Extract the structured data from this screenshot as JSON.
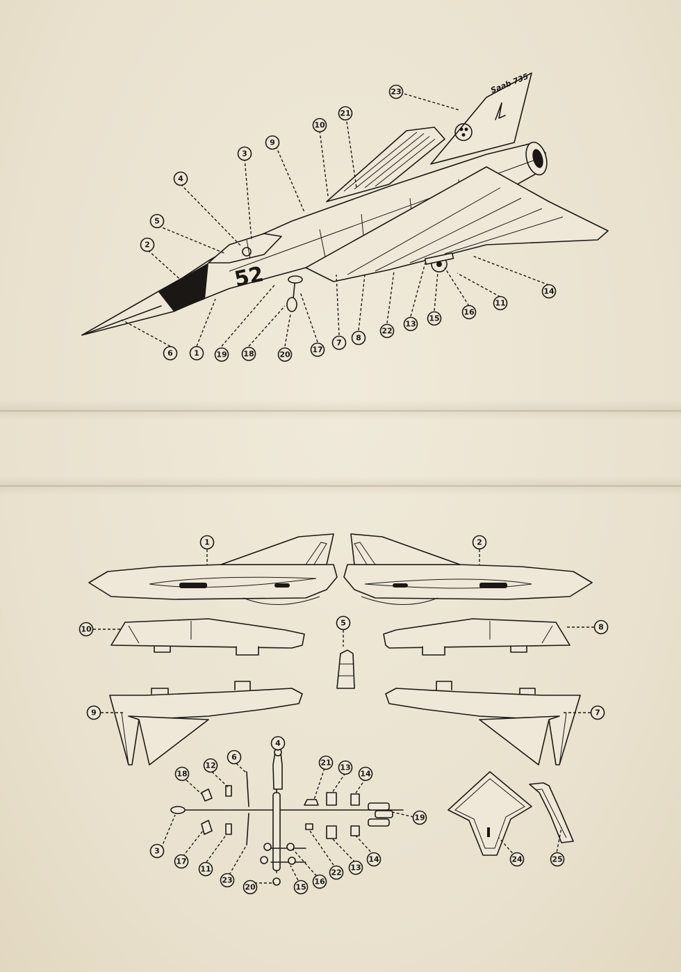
{
  "tail_marking": "Saab 735",
  "fuselage_number": "52",
  "top_callouts": [
    "23",
    "21",
    "10",
    "9",
    "3",
    "4",
    "5",
    "2",
    "6",
    "1",
    "19",
    "18",
    "20",
    "17",
    "7",
    "8",
    "22",
    "13",
    "15",
    "16",
    "11",
    "14"
  ],
  "bottom_callouts": [
    "1",
    "2",
    "10",
    "5",
    "8",
    "9",
    "7",
    "4",
    "18",
    "12",
    "6",
    "21",
    "13",
    "14",
    "19",
    "3",
    "17",
    "11",
    "23",
    "20",
    "15",
    "16",
    "22",
    "13",
    "14",
    "24",
    "25"
  ]
}
